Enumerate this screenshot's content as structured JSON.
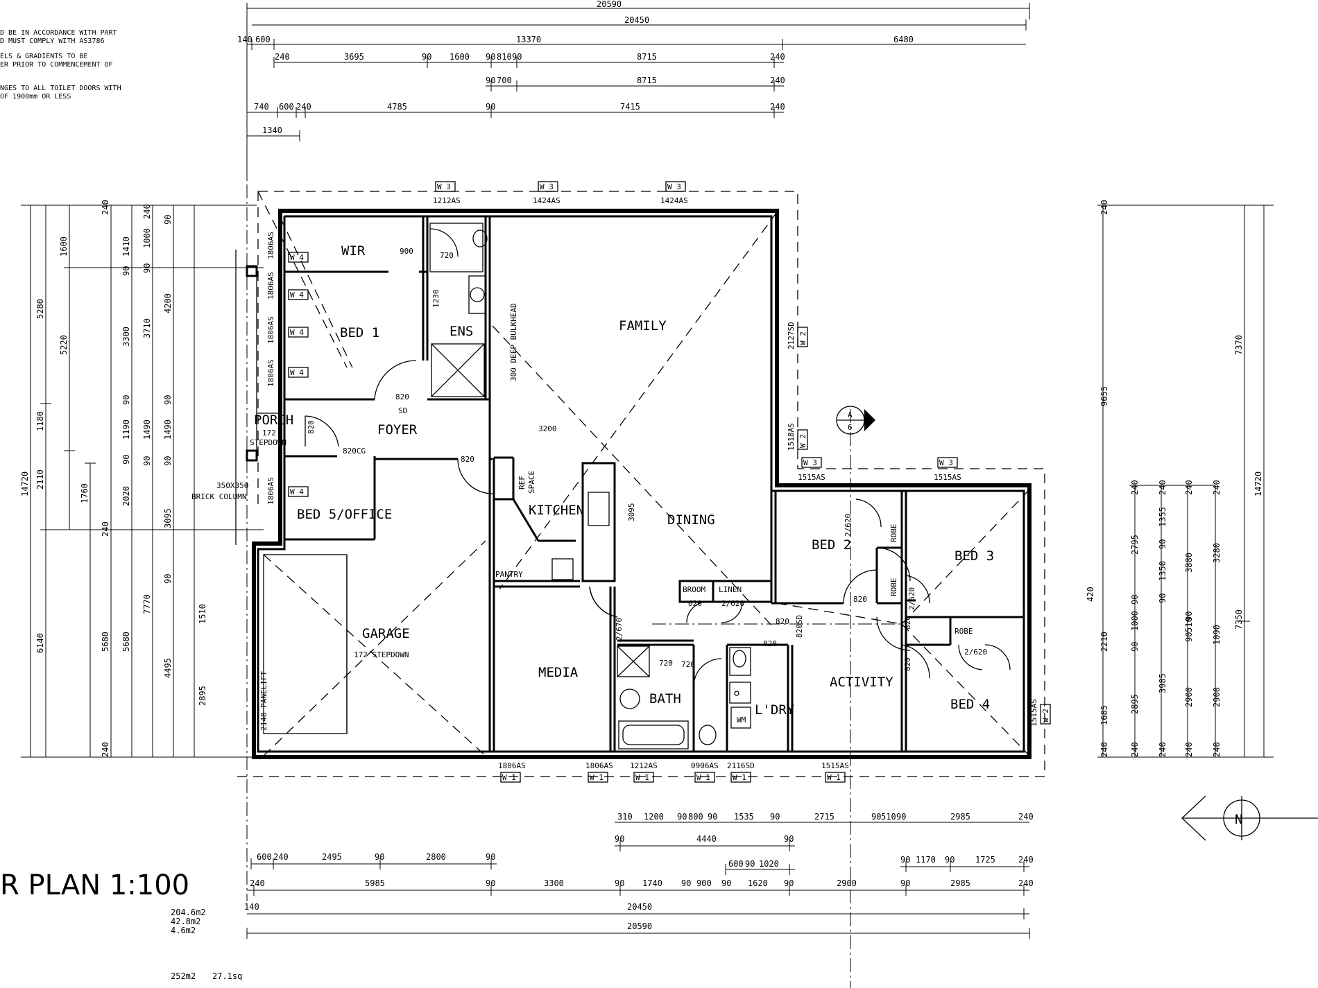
{
  "notes": [
    "D BE IN ACCORDANCE WITH PART",
    "D MUST COMPLY WITH AS3786",
    "ELS & GRADIENTS TO BE",
    "ER PRIOR TO COMMENCEMENT OF",
    "NGES TO ALL TOILET DOORS WITH",
    " OF 1900mm OR LESS"
  ],
  "title": "R PLAN 1:100",
  "areas": [
    "204.6m2",
    "42.8m2",
    "4.6m2"
  ],
  "total_area": "252m2",
  "total_squares": "27.1sq",
  "rooms": {
    "wir": "WIR",
    "bed1": "BED 1",
    "ens": "ENS",
    "family": "FAMILY",
    "porch": "PORCH",
    "porch_step": "172",
    "porch_stepdown": "STEPDOWN",
    "foyer": "FOYER",
    "bed5": "BED 5/OFFICE",
    "kitchen": "KITCHEN",
    "dining": "DINING",
    "pantry": "PANTRY",
    "ref_space_1": "REF",
    "ref_space_2": "SPACE",
    "garage": "GARAGE",
    "garage_stepdown": "172 STEPDOWN",
    "media": "MEDIA",
    "bath": "BATH",
    "ldry": "L'DRY",
    "activity": "ACTIVITY",
    "bed2": "BED 2",
    "bed3": "BED 3",
    "bed4": "BED 4",
    "robe": "ROBE",
    "broom": "BROOM",
    "linen": "LINEN",
    "wm": "WM",
    "bulkhead": "300 DEEP BULKHEAD",
    "brick_column": "BRICK COLUMN",
    "brick_column_size": "350X350",
    "panelift": "2148 PANELIFT",
    "section_a": "A",
    "section_6": "6",
    "north": "N"
  },
  "window_tags": {
    "w1": "W 1",
    "w2": "W 2",
    "w3": "W 3",
    "w4": "W 4"
  },
  "window_sizes": {
    "top_a": "1212AS",
    "top_b": "1424AS",
    "top_c": "1424AS",
    "right_1": "2127SD",
    "right_2": "1518AS",
    "mid_a": "1515AS",
    "mid_b": "1515AS",
    "east": "1515AS",
    "bot_1": "1806AS",
    "bot_2": "1806AS",
    "bot_3": "1212AS",
    "bot_4": "0906AS",
    "bot_5": "2116SD",
    "bot_6": "1515AS",
    "w_wir": "1806AS",
    "w_bed1a": "1806AS",
    "w_bed1b": "1806AS",
    "w_bed1c": "1806AS",
    "w_bed5": "1806AS"
  },
  "door_labels": {
    "d_900": "900",
    "d_720": "720",
    "d_1230": "1230",
    "d_820a": "820",
    "d_sd": "SD",
    "d_820b": "820",
    "d_820cg": "820CG",
    "d_820c": "820",
    "d_3200": "3200",
    "d_3095": "3095",
    "d_2620a": "2/620",
    "d_2620b": "2/620",
    "d_2620c": "2/620",
    "d_2620d": "2/620",
    "d_2670": "2/670",
    "d_620": "620",
    "d_820d": "820",
    "d_820e": "820",
    "d_820f": "820",
    "d_820g": "820",
    "d_720b": "720",
    "d_720c": "720",
    "d_820sd": "820SD",
    "d_820h": "820"
  },
  "dims_top": {
    "r1": [
      "20590"
    ],
    "r2": [
      "20450"
    ],
    "r3": [
      "140",
      "600",
      "13370",
      "6480"
    ],
    "r4": [
      "240",
      "3695",
      "90",
      "1600",
      "90",
      "810",
      "90",
      "8715",
      "240"
    ],
    "r5": [
      "90",
      "700",
      "8715",
      "240"
    ],
    "r6": [
      "740",
      "600",
      "240",
      "4785",
      "90",
      "7415",
      "240"
    ],
    "r7": [
      "1340"
    ]
  },
  "dims_bottom": {
    "r1": [
      "310",
      "1200",
      "90",
      "800",
      "90",
      "1535",
      "90",
      "2715",
      "90",
      "510",
      "90",
      "2985",
      "240"
    ],
    "r2": [
      "90",
      "4440",
      "90"
    ],
    "r3": [
      "600",
      "240",
      "2495",
      "90",
      "2800",
      "90"
    ],
    "r4": [
      "600",
      "90",
      "1020"
    ],
    "r5": [
      "90",
      "1170",
      "90",
      "1725",
      "240"
    ],
    "r6": [
      "240",
      "5985",
      "90",
      "3300",
      "90",
      "1740",
      "90",
      "900",
      "90",
      "1620",
      "90",
      "2900",
      "90",
      "2985",
      "240"
    ],
    "r7": [
      "140",
      "20450"
    ],
    "r8": [
      "20590"
    ]
  },
  "dims_left": {
    "c1": [
      "14720"
    ],
    "c2": [
      "5280",
      "2110",
      "6140"
    ],
    "c3": [
      "1600",
      "5220",
      "1180",
      "1760",
      "5680"
    ],
    "c4": [
      "240",
      "3300",
      "240",
      "2020",
      "5680"
    ],
    "c5": [
      "1410",
      "90",
      "3710",
      "90",
      "1190",
      "90",
      "7770"
    ],
    "c6": [
      "240",
      "1000",
      "90",
      "1490",
      "90",
      "3095",
      "90",
      "4495"
    ],
    "c7": [
      "90",
      "4200",
      "90",
      "1490",
      "90",
      "1510",
      "2895",
      "240"
    ]
  },
  "dims_right": {
    "c1": [
      "240",
      "9655",
      "420",
      "2210",
      "1685",
      "240"
    ],
    "c2": [
      "240",
      "2795",
      "90",
      "1000",
      "90",
      "2895",
      "240"
    ],
    "c3": [
      "240",
      "1355",
      "90",
      "1350",
      "90",
      "3985",
      "240"
    ],
    "c4": [
      "240",
      "3880",
      "90",
      "510",
      "90",
      "2900",
      "240"
    ],
    "c5": [
      "240",
      "3280",
      "1090",
      "2900",
      "240"
    ],
    "c6": [
      "7370",
      "7350"
    ],
    "c7": [
      "14720"
    ]
  }
}
